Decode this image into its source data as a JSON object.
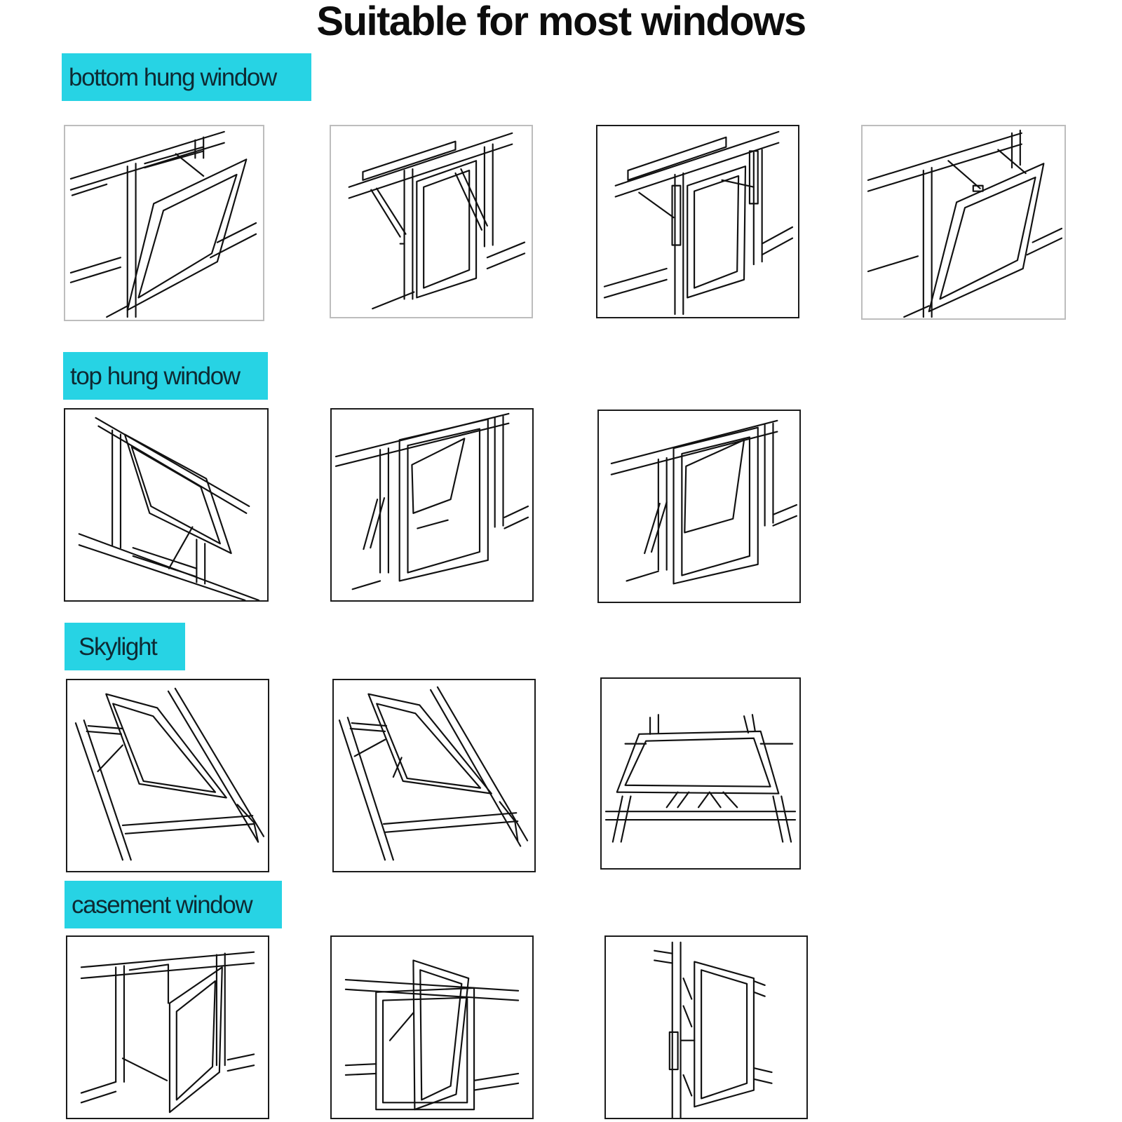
{
  "page": {
    "title": "Suitable for most windows"
  },
  "sections": {
    "bottom_hung": {
      "label": "bottom hung window"
    },
    "top_hung": {
      "label": "top hung window"
    },
    "skylight": {
      "label": "Skylight"
    },
    "casement": {
      "label": "casement window"
    }
  },
  "colors": {
    "label_background": "#27d3e4",
    "label_text": "#0e2a33",
    "line_art": "#111111"
  }
}
